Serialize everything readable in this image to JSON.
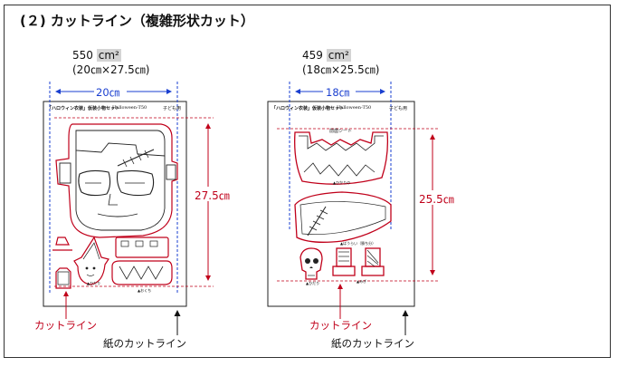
{
  "heading": "(２) カットライン（複雑形状カット）",
  "left_example": {
    "area_value": "550",
    "area_unit": "cm²",
    "size_text": "(20㎝×27.5㎝)",
    "width_label": "20㎝",
    "height_label": "27.5㎝",
    "sheet_title": "「ハロウィン衣装」仮装小物セット",
    "sheet_code": "Halloween-T50",
    "sheet_note": "子ども用",
    "piece_labels": [
      "▲ひだり",
      "▲おくち"
    ],
    "cut_line_label": "カットライン",
    "paper_cut_label": "紙のカットライン"
  },
  "right_example": {
    "area_value": "459",
    "area_unit": "cm²",
    "size_text": "(18㎝×25.5㎝)",
    "width_label": "18㎝",
    "height_label": "25.5㎝",
    "sheet_title": "「ハロウィン衣装」仮装小物セット",
    "sheet_code": "Halloween-T50",
    "sheet_note": "子ども用",
    "inner_label": "前歯シート",
    "piece_labels": [
      "▲ひかりの",
      "▲ばうらい（勝ち分）",
      "▲ひだり",
      "▲みぎ"
    ],
    "cut_line_label": "カットライン",
    "paper_cut_label": "紙のカットライン"
  },
  "colors": {
    "cut_line": "#c0001a",
    "dimension": "#1a3fd0",
    "frame": "#333333",
    "unit_highlight": "#d4d4d4"
  }
}
